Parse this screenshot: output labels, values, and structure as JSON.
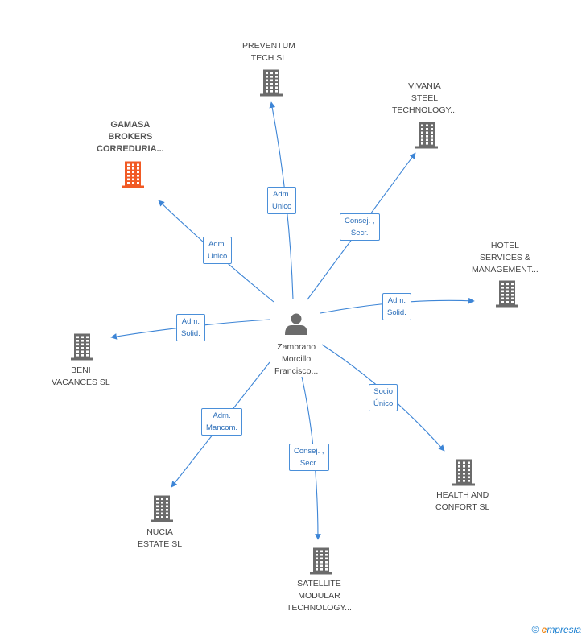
{
  "colors": {
    "edge": "#3d85d6",
    "building": "#6b6b6b",
    "building_highlight": "#f15a24",
    "person": "#6b6b6b"
  },
  "center": {
    "name_lines": [
      "Zambrano",
      "Morcillo",
      "Francisco..."
    ],
    "icon": "person-icon"
  },
  "nodes": [
    {
      "id": "gamasa",
      "lines": [
        "GAMASA",
        "BROKERS",
        "CORREDURIA..."
      ],
      "highlight": true,
      "icon": "building-icon"
    },
    {
      "id": "preventum",
      "lines": [
        "PREVENTUM",
        "TECH SL"
      ],
      "highlight": false,
      "icon": "building-icon"
    },
    {
      "id": "vivania",
      "lines": [
        "VIVANIA",
        "STEEL",
        "TECHNOLOGY..."
      ],
      "highlight": false,
      "icon": "building-icon"
    },
    {
      "id": "hotel",
      "lines": [
        "HOTEL",
        "SERVICES &",
        "MANAGEMENT..."
      ],
      "highlight": false,
      "icon": "building-icon"
    },
    {
      "id": "beni",
      "lines": [
        "BENI",
        "VACANCES SL"
      ],
      "highlight": false,
      "icon": "building-icon"
    },
    {
      "id": "health",
      "lines": [
        "HEALTH AND",
        "CONFORT SL"
      ],
      "highlight": false,
      "icon": "building-icon"
    },
    {
      "id": "nucia",
      "lines": [
        "NUCIA",
        "ESTATE SL"
      ],
      "highlight": false,
      "icon": "building-icon"
    },
    {
      "id": "satellite",
      "lines": [
        "SATELLITE",
        "MODULAR",
        "TECHNOLOGY..."
      ],
      "highlight": false,
      "icon": "building-icon"
    }
  ],
  "edges": [
    {
      "to": "gamasa",
      "lines": [
        "Adm.",
        "Unico"
      ]
    },
    {
      "to": "preventum",
      "lines": [
        "Adm.",
        "Unico"
      ]
    },
    {
      "to": "vivania",
      "lines": [
        "Consej. ,",
        "Secr."
      ]
    },
    {
      "to": "hotel",
      "lines": [
        "Adm.",
        "Solid."
      ]
    },
    {
      "to": "beni",
      "lines": [
        "Adm.",
        "Solid."
      ]
    },
    {
      "to": "health",
      "lines": [
        "Socio",
        "Único"
      ]
    },
    {
      "to": "nucia",
      "lines": [
        "Adm.",
        "Mancom."
      ]
    },
    {
      "to": "satellite",
      "lines": [
        "Consej. ,",
        "Secr."
      ]
    }
  ],
  "brand": {
    "copyright": "©",
    "e": "e",
    "rest": "mpresia"
  }
}
